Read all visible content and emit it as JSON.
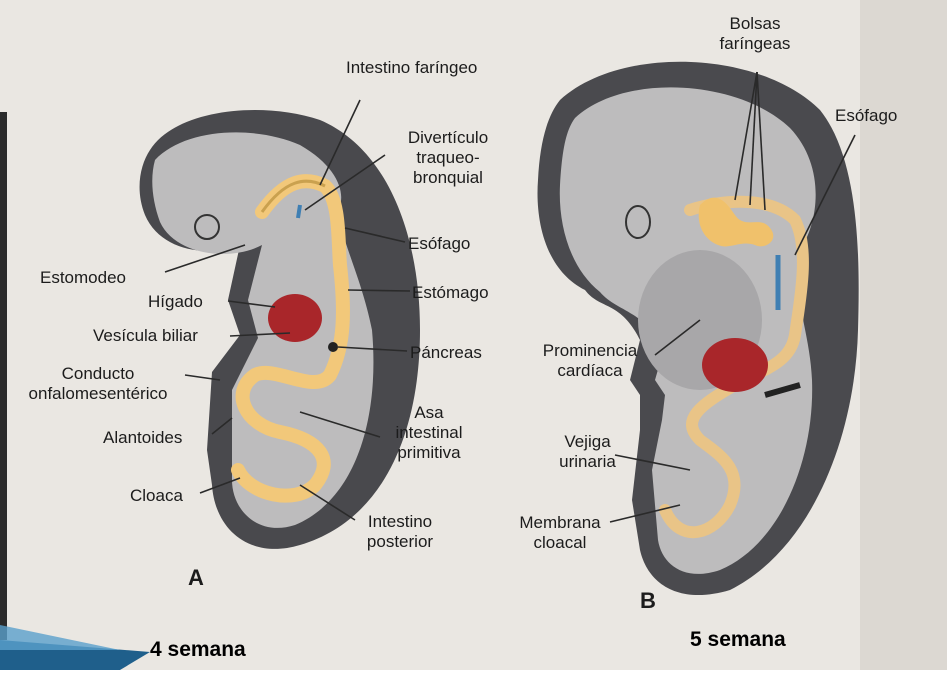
{
  "panels": {
    "a": {
      "letter": "A",
      "caption": "4 semana",
      "labels": {
        "intestino_faringeo": "Intestino faríngeo",
        "diverticulo": "Divertículo traqueo- bronquial",
        "esofago": "Esófago",
        "estomodeo": "Estomodeo",
        "higado": "Hígado",
        "estomago": "Estómago",
        "vesicula": "Vesícula biliar",
        "pancreas": "Páncreas",
        "conducto": "Conducto onfalomesentérico",
        "asa": "Asa intestinal primitiva",
        "alantoides": "Alantoides",
        "cloaca": "Cloaca",
        "intestino_posterior": "Intestino posterior"
      }
    },
    "b": {
      "letter": "B",
      "caption": "5 semana",
      "labels": {
        "bolsas": "Bolsas faríngeas",
        "esofago": "Esófago",
        "prominencia": "Prominencia cardíaca",
        "vejiga": "Vejiga urinaria",
        "membrana": "Membrana cloacal"
      }
    }
  },
  "colors": {
    "background": "#e9e6e1",
    "body_outer": "#4a4a4e",
    "body_inner": "#b9b8b9",
    "gut": "#f2c87a",
    "liver_heart": "#b0282a",
    "trachea": "#3f7fb3",
    "slide_accent": "#1f5f8b"
  }
}
